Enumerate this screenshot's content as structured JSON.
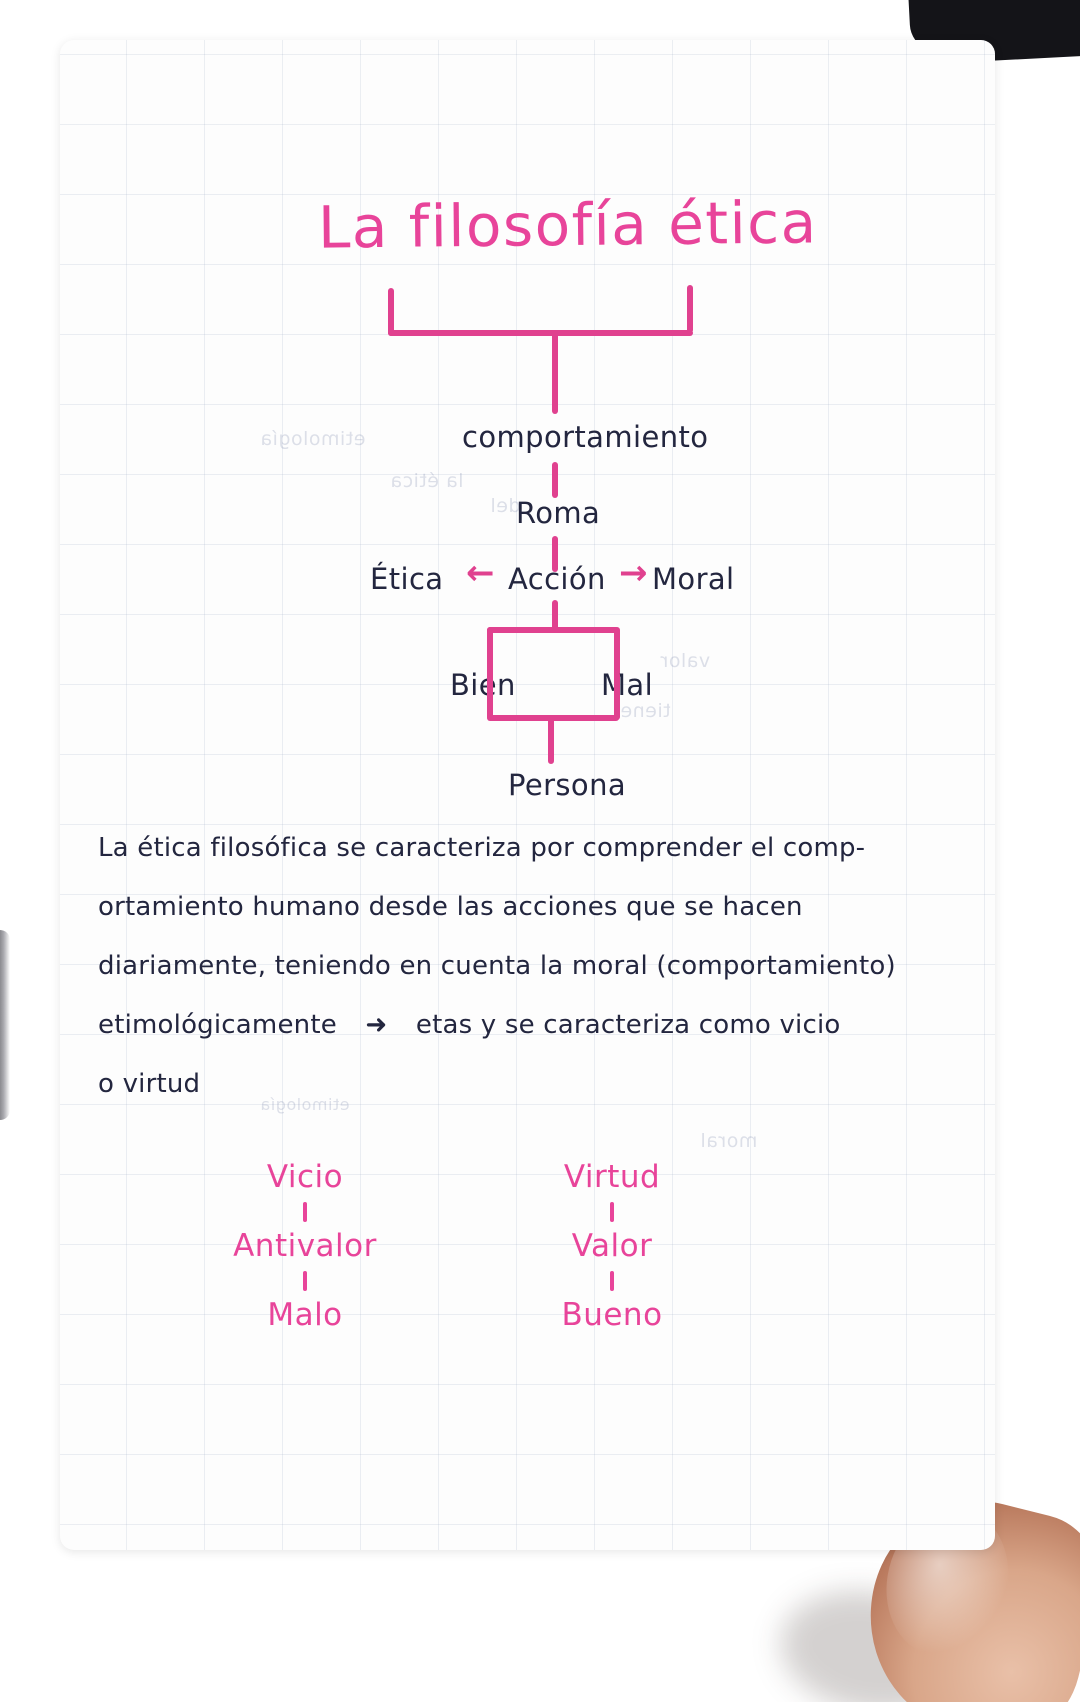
{
  "page": {
    "kind": "handwritten-notebook-page",
    "language": "es",
    "ink_colors": {
      "pink": "#e0418f",
      "blue": "#23263f"
    },
    "paper": "graph-paper"
  },
  "title": "La filosofía ética",
  "diagram": {
    "root_label": "La filosofía ética",
    "nodes": {
      "comportamiento": "comportamiento",
      "roma": "Roma",
      "etica": "Ética",
      "accion": "Acción",
      "moral": "Moral",
      "bien": "Bien",
      "mal": "Mal",
      "persona": "Persona"
    },
    "arrow_left": "←",
    "arrow_right": "→"
  },
  "body": {
    "lines": [
      "La ética filosófica se caracteriza por comprender el comp-",
      "ortamiento humano desde las acciones que se hacen",
      "diariamente, teniendo en cuenta la moral (comportamiento)",
      "etimológicamente",
      "etas y se caracteriza como vicio",
      "o virtud"
    ],
    "line4_arrow": "➜"
  },
  "columns": {
    "left": {
      "head": "Vicio",
      "middle": "Antivalor",
      "bottom": "Malo"
    },
    "right": {
      "head": "Virtud",
      "middle": "Valor",
      "bottom": "Bueno"
    }
  },
  "showthrough": {
    "g1": "etimología",
    "g2": "la ética",
    "g3": "del",
    "g4": "valor",
    "g5": "tiene",
    "g6": "moral"
  }
}
